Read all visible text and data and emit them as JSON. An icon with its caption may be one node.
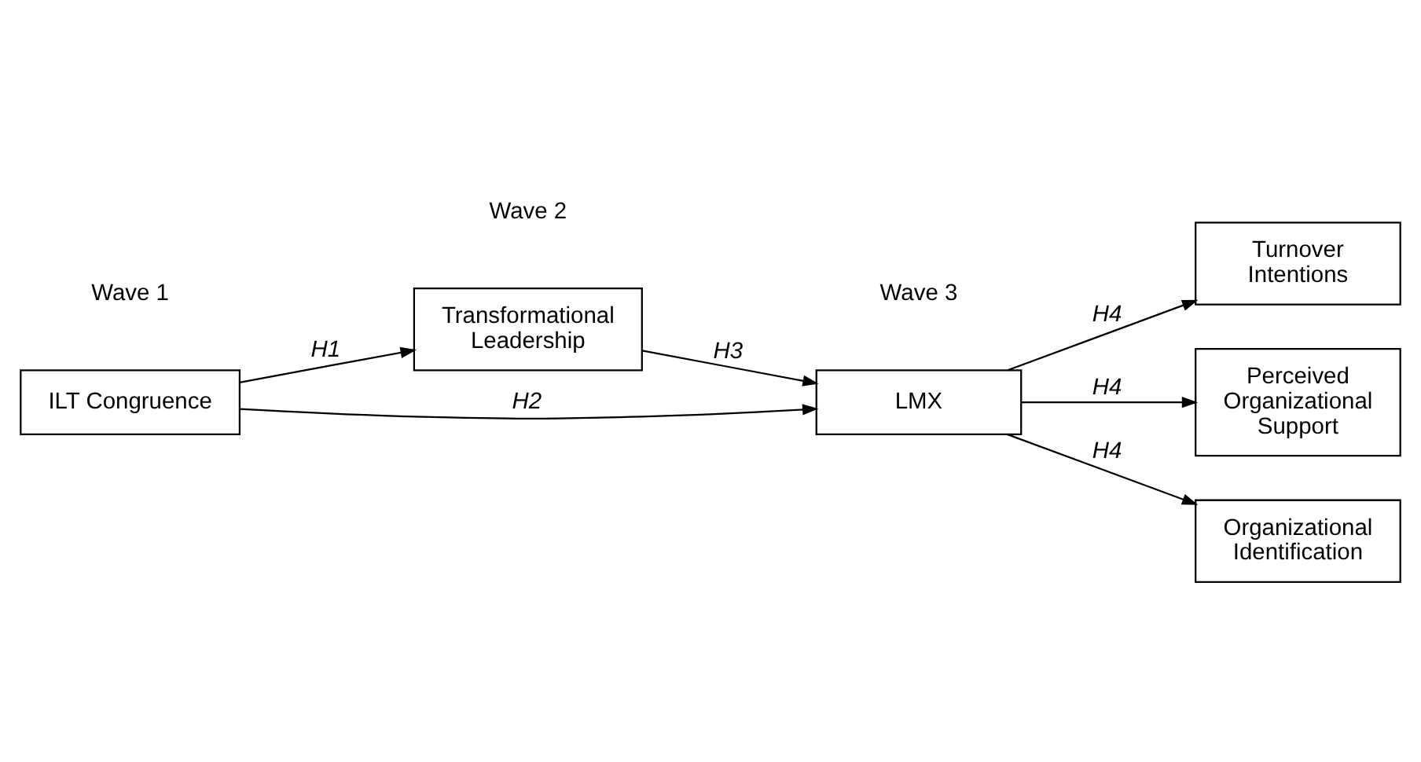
{
  "diagram": {
    "nodes": [
      {
        "text": [
          "ILT Congruence"
        ]
      },
      {
        "text": [
          "Transformational Leadership"
        ]
      },
      {
        "text": [
          "LMX"
        ]
      },
      {
        "text": [
          "Turnover Intentions"
        ]
      },
      {
        "text": [
          "Perceived Organizational Support"
        ]
      },
      {
        "text": [
          "Organizational Identification"
        ]
      }
    ],
    "edges": [
      {
        "from": 0,
        "to": 1,
        "arrow": "to",
        "label": "H1"
      },
      {
        "from": 0,
        "to": 2,
        "arrow": "to",
        "label": "H2"
      },
      {
        "from": 1,
        "to": 2,
        "arrow": "to",
        "label": "H3"
      },
      {
        "from": 2,
        "to": 3,
        "arrow": "to",
        "label": "H4"
      },
      {
        "from": 2,
        "to": 4,
        "arrow": "to",
        "label": "H4"
      },
      {
        "from": 2,
        "to": 5,
        "arrow": "to",
        "label": "H4"
      }
    ],
    "labels": [
      "Wave 1",
      "Wave 2",
      "Wave 3"
    ]
  }
}
